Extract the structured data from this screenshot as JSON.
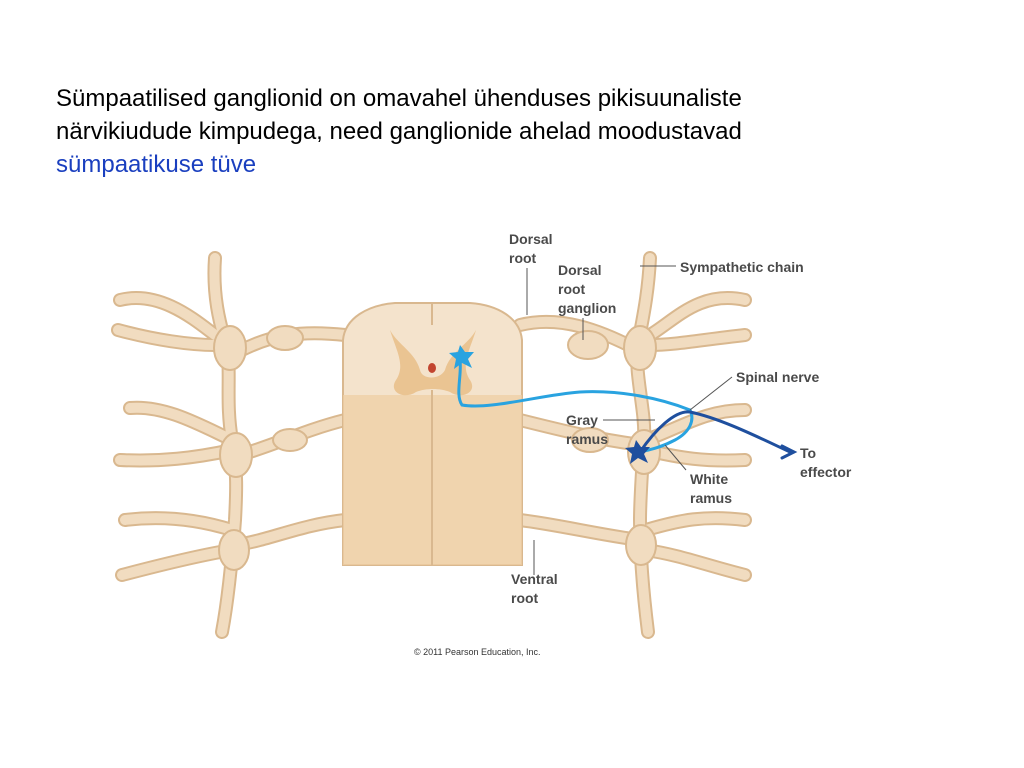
{
  "heading": {
    "line1": "Sümpaatilised ganglionid on omavahel ühenduses pikisuunaliste",
    "line2": "närvikiudude kimpudega, need ganglionide ahelad moodustavad",
    "highlight": "sümpaatikuse tüve",
    "highlight_color": "#1a3fbf"
  },
  "diagram": {
    "labels": {
      "dorsal_root_1": "Dorsal",
      "dorsal_root_2": "root",
      "drg_1": "Dorsal",
      "drg_2": "root",
      "drg_3": "ganglion",
      "sympathetic_chain": "Sympathetic chain",
      "spinal_nerve": "Spinal nerve",
      "gray_ramus_1": "Gray",
      "gray_ramus_2": "ramus",
      "to_effector_1": "To",
      "to_effector_2": "effector",
      "white_ramus_1": "White",
      "white_ramus_2": "ramus",
      "ventral_root_1": "Ventral",
      "ventral_root_2": "root"
    },
    "credit": "© 2011 Pearson Education, Inc.",
    "colors": {
      "nerve": "#f1dcc0",
      "nerve_outline": "#d9b88f",
      "gray_matter": "#e9c08c",
      "neuron_light": "#29a3e0",
      "neuron_dark": "#1f4f9e",
      "label": "#4a4a4a"
    }
  }
}
